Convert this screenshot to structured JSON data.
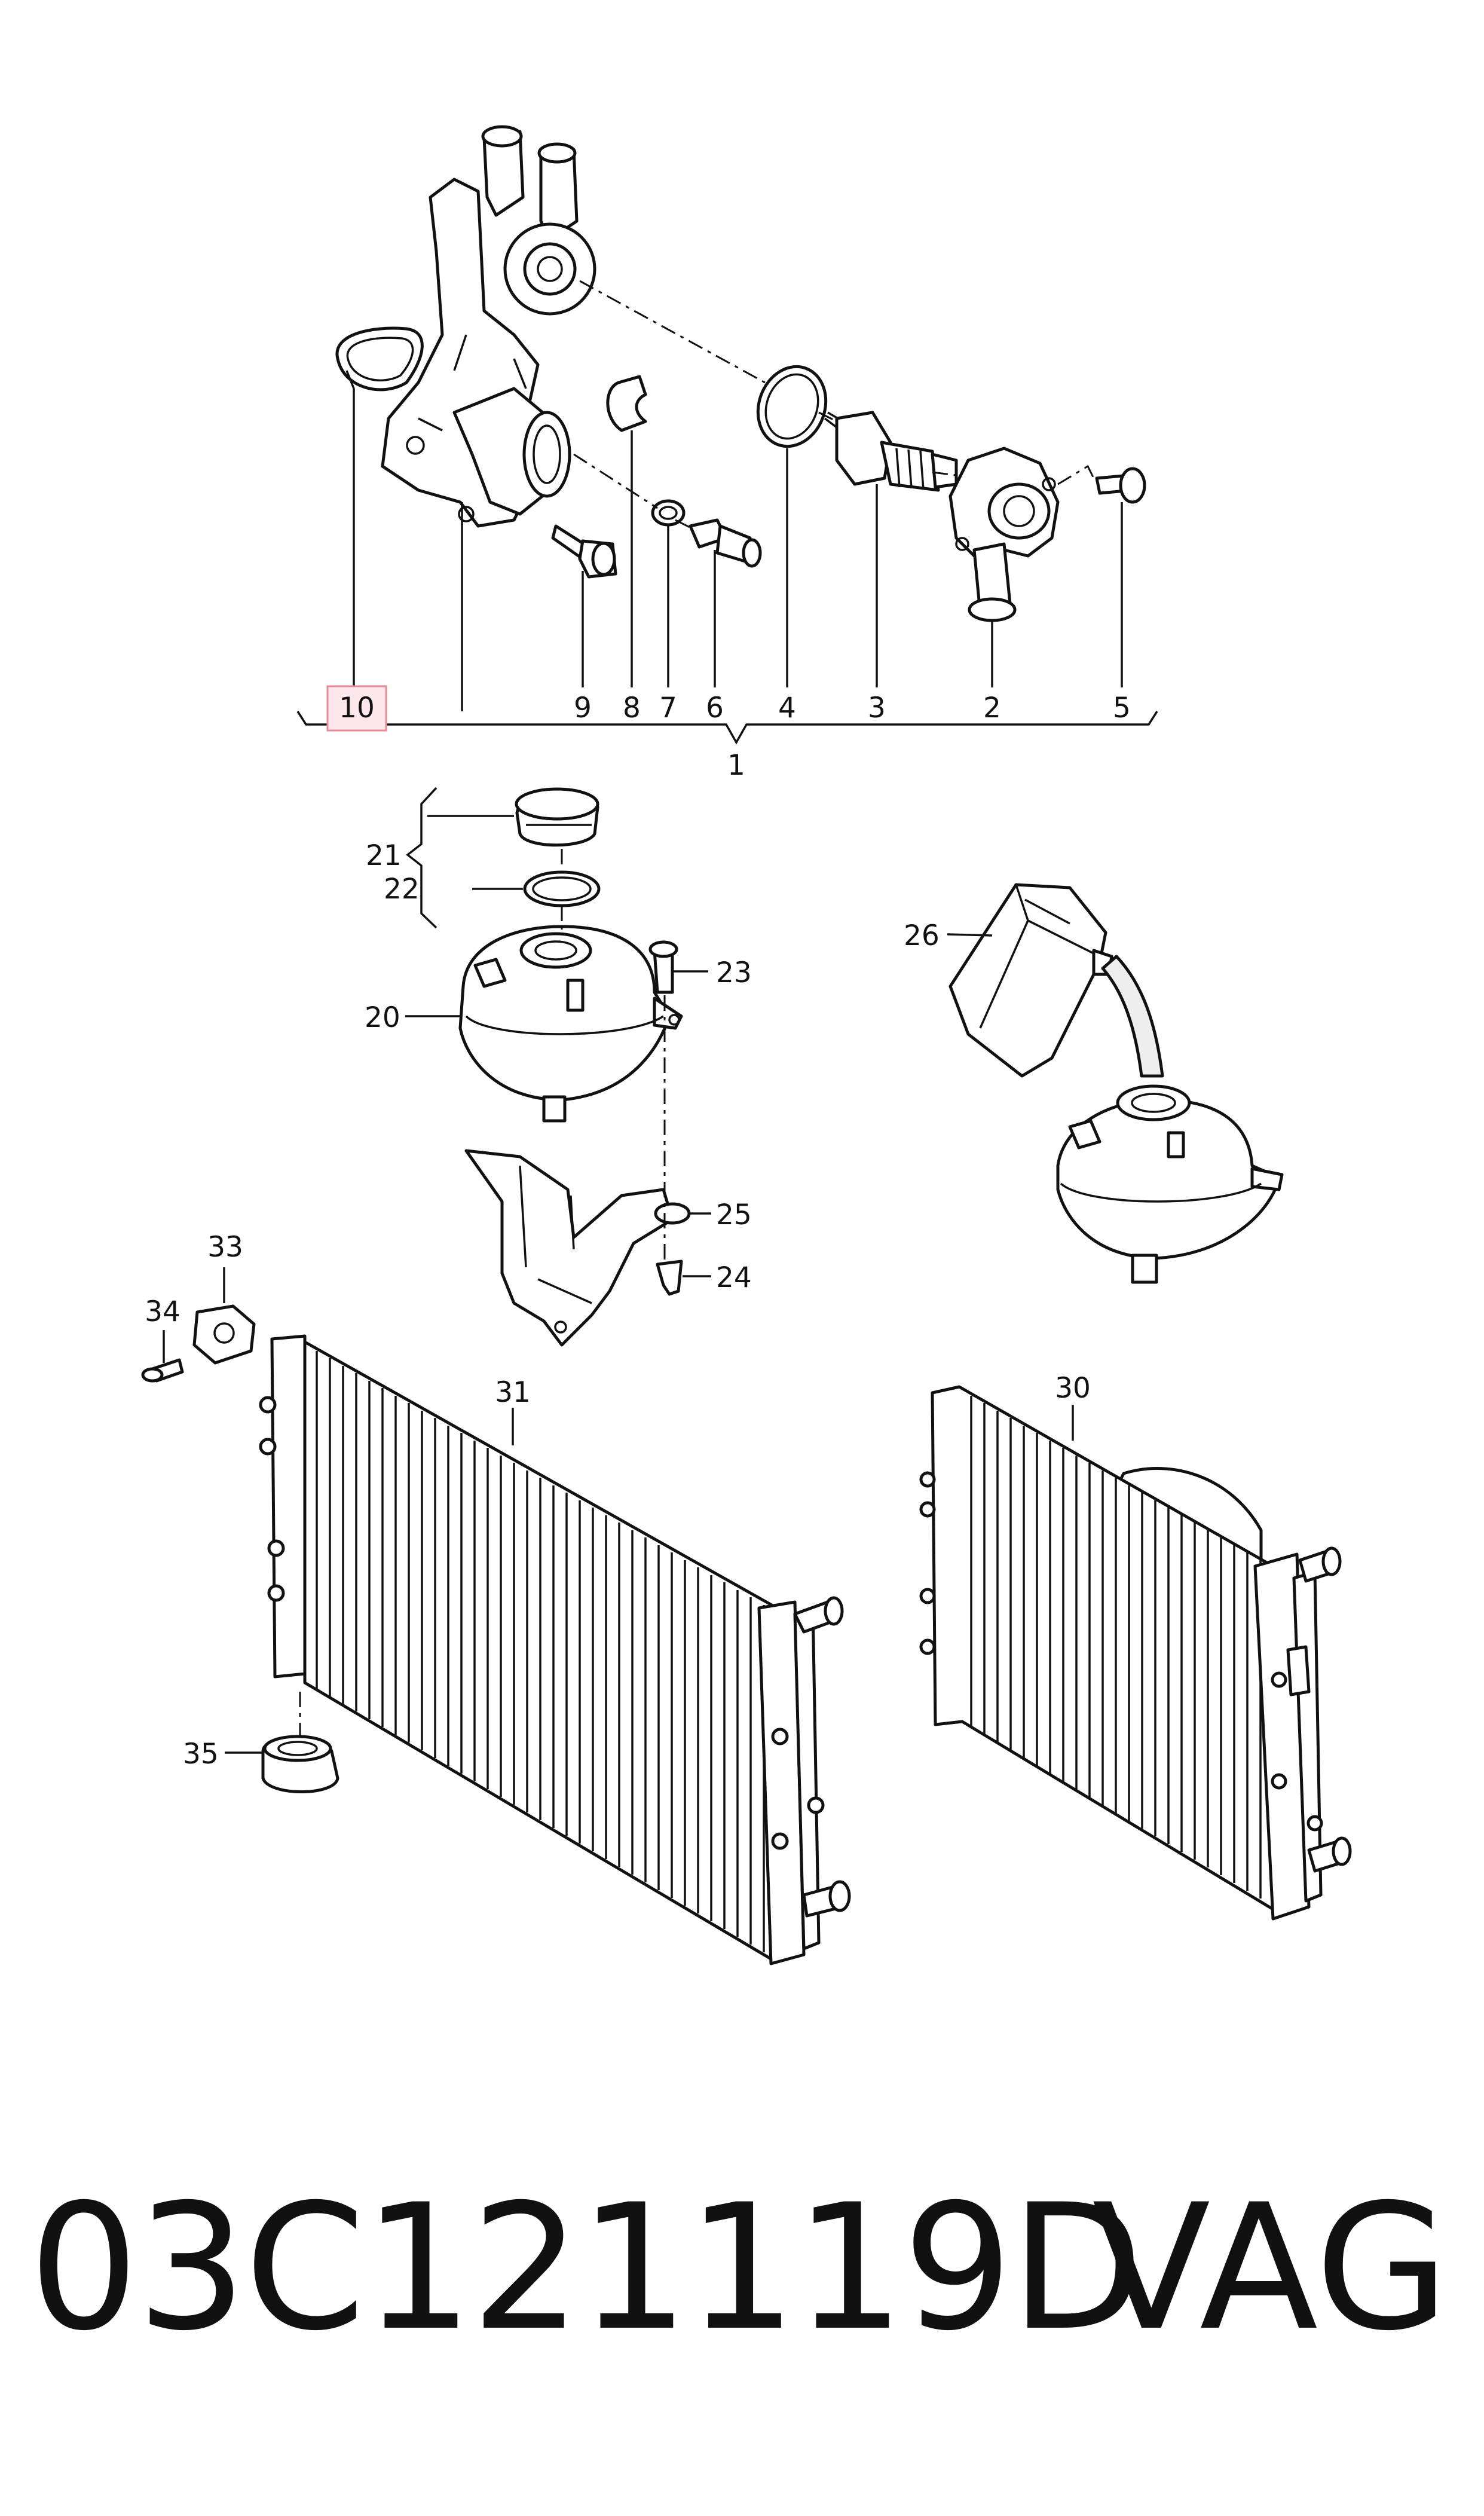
{
  "callouts": {
    "c1": "1",
    "c2": "2",
    "c3": "3",
    "c4": "4",
    "c5": "5",
    "c6": "6",
    "c7": "7",
    "c8": "8",
    "c9": "9",
    "c10": "10",
    "c20": "20",
    "c21": "21",
    "c22": "22",
    "c23": "23",
    "c24": "24",
    "c25": "25",
    "c26": "26",
    "c30": "30",
    "c31": "31",
    "c33": "33",
    "c34": "34",
    "c35": "35"
  },
  "highlighted_callout": "10",
  "highlight_color": "#fde7ea",
  "part_number": "03C121119D",
  "brand": "VAG"
}
